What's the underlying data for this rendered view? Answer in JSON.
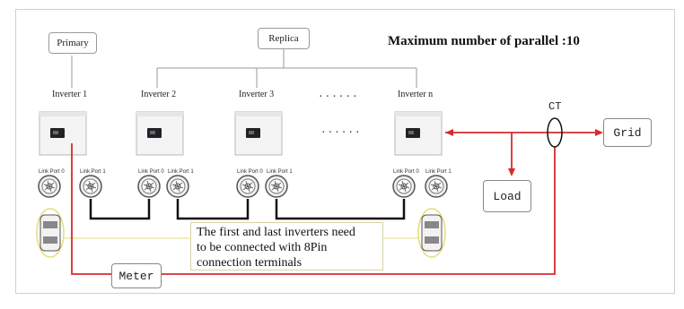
{
  "title": "Maximum number of parallel :10",
  "labels": {
    "primary": "Primary",
    "replica": "Replica",
    "ellipsis_top": "......",
    "ellipsis_mid": "......"
  },
  "inverters": [
    {
      "label": "Inverter 1"
    },
    {
      "label": "Inverter 2"
    },
    {
      "label": "Inverter 3"
    },
    {
      "label": "Inverter n"
    }
  ],
  "ports": {
    "port0": "Link Port 0",
    "port1": "Link Port 1"
  },
  "devices": {
    "ct": "CT",
    "grid": "Grid",
    "load": "Load",
    "meter": "Meter"
  },
  "note": {
    "line1": "The first and last inverters need",
    "line2": "to be connected with 8Pin",
    "line3": "connection terminals"
  },
  "colors": {
    "wire_red": "#d62b2b",
    "wire_black": "#111111",
    "line_gray": "#9a9a9a",
    "terminal_ring": "#e6dc7a"
  }
}
